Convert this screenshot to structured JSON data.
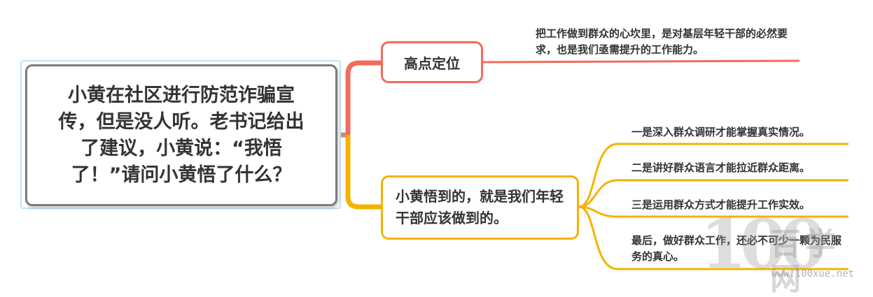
{
  "root": {
    "text": "小黄在社区进行防范诈骗宣传，但是没人听。老书记给出了建议，小黄说：“我悟了！”请问小黄悟了什么？"
  },
  "branches": [
    {
      "label": "高点定位",
      "color": "#f26b5b",
      "leaves": [
        "把工作做到群众的心坎里，是对基层年轻干部的必然要求，也是我们亟需提升的工作能力。"
      ]
    },
    {
      "label": "小黄悟到的，就是我们年轻干部应该做到的。",
      "color": "#f5b300",
      "leaves": [
        "一是深入群众调研才能掌握真实情况。",
        "二是讲好群众语言才能拉近群众距离。",
        "三是运用群众方式才能提升工作实效。",
        "最后，做好群众工作，还必不可少一颗为民服务的真心。"
      ]
    }
  ],
  "watermark": {
    "digits": "100",
    "brand": "百学网",
    "url": "www.100xue.net"
  }
}
